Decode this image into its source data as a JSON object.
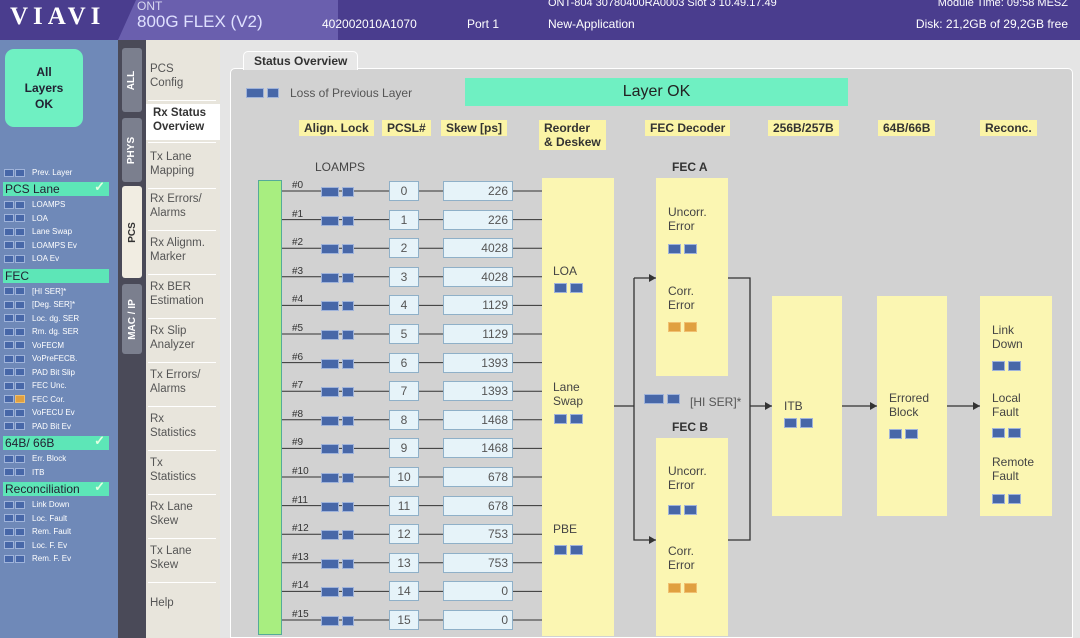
{
  "header": {
    "logo": "VIAVI",
    "ont_label": "ONT",
    "title": "800G FLEX (V2)",
    "serial": "402002010A1070",
    "port": "Port 1",
    "module": "ONT-804 30780400RA0003 Slot 3  10.49.17.49",
    "application": "New-Application",
    "module_time": "Module Time: 09:58 MESZ",
    "disk": "Disk: 21,2GB of 29,2GB free",
    "bar_color": "#4a3d8e"
  },
  "left_panel": {
    "all_layers": "All\nLayers\nOK",
    "prev_layer": "Prev. Layer",
    "sections": [
      {
        "title": "PCS Lane",
        "items": [
          "LOAMPS",
          "LOA",
          "Lane Swap",
          "LOAMPS Ev",
          "LOA Ev"
        ]
      },
      {
        "title": "FEC",
        "items": [
          "[HI SER]*",
          "[Deg. SER]*",
          "Loc. dg. SER",
          "Rm. dg. SER",
          "VoFECM",
          "VoPreFECB.",
          "PAD Bit Slip",
          "FEC Unc.",
          "FEC Cor.",
          "VoFECU Ev",
          "PAD Bit Ev"
        ]
      },
      {
        "title": "64B/ 66B",
        "items": [
          "Err. Block",
          "ITB"
        ]
      },
      {
        "title": "Reconciliation",
        "items": [
          "Link Down",
          "Loc. Fault",
          "Rem. Fault",
          "Loc. F. Ev",
          "Rem. F. Ev"
        ]
      }
    ],
    "ok_color": "#5de6b7"
  },
  "vertical_tabs": [
    "ALL",
    "PHYS",
    "PCS",
    "MAC / IP"
  ],
  "menu": [
    "PCS\nConfig",
    "Rx Status\nOverview",
    "Tx Lane\nMapping",
    "Rx Errors/\nAlarms",
    "Rx Alignm.\nMarker",
    "Rx BER\nEstimation",
    "Rx Slip\nAnalyzer",
    "Tx Errors/\nAlarms",
    "Rx\nStatistics",
    "Tx\nStatistics",
    "Rx Lane\nSkew",
    "Tx Lane\nSkew",
    "Help"
  ],
  "main": {
    "tab_title": "Status Overview",
    "legend": "Loss of Previous Layer",
    "layer_status": "Layer OK",
    "headers": {
      "align_lock": "Align. Lock",
      "pcsl": "PCSL#",
      "skew": "Skew [ps]",
      "reorder": "Reorder\n& Deskew",
      "fec_decoder": "FEC Decoder",
      "b256": "256B/257B",
      "b64": "64B/66B",
      "reconc": "Reconc."
    },
    "loamps_label": "LOAMPS",
    "lanes": [
      {
        "id": "#0",
        "pcsl": "0",
        "skew": "226"
      },
      {
        "id": "#1",
        "pcsl": "1",
        "skew": "226"
      },
      {
        "id": "#2",
        "pcsl": "2",
        "skew": "4028"
      },
      {
        "id": "#3",
        "pcsl": "3",
        "skew": "4028"
      },
      {
        "id": "#4",
        "pcsl": "4",
        "skew": "1129"
      },
      {
        "id": "#5",
        "pcsl": "5",
        "skew": "1129"
      },
      {
        "id": "#6",
        "pcsl": "6",
        "skew": "1393"
      },
      {
        "id": "#7",
        "pcsl": "7",
        "skew": "1393"
      },
      {
        "id": "#8",
        "pcsl": "8",
        "skew": "1468"
      },
      {
        "id": "#9",
        "pcsl": "9",
        "skew": "1468"
      },
      {
        "id": "#10",
        "pcsl": "10",
        "skew": "678"
      },
      {
        "id": "#11",
        "pcsl": "11",
        "skew": "678"
      },
      {
        "id": "#12",
        "pcsl": "12",
        "skew": "753"
      },
      {
        "id": "#13",
        "pcsl": "13",
        "skew": "753"
      },
      {
        "id": "#14",
        "pcsl": "14",
        "skew": "0"
      },
      {
        "id": "#15",
        "pcsl": "15",
        "skew": "0"
      }
    ],
    "reorder": {
      "loa": "LOA",
      "lane_swap": "Lane\nSwap",
      "pbe": "PBE"
    },
    "fec_a": {
      "title": "FEC A",
      "uncorr": "Uncorr.\nError",
      "corr": "Corr.\nError"
    },
    "fec_b": {
      "title": "FEC B",
      "uncorr": "Uncorr.\nError",
      "corr": "Corr.\nError"
    },
    "hi_ser": "[HI SER]*",
    "itb": "ITB",
    "errored_block": "Errored\nBlock",
    "reconc": {
      "link_down": "Link\nDown",
      "local_fault": "Local\nFault",
      "remote_fault": "Remote\nFault"
    }
  }
}
